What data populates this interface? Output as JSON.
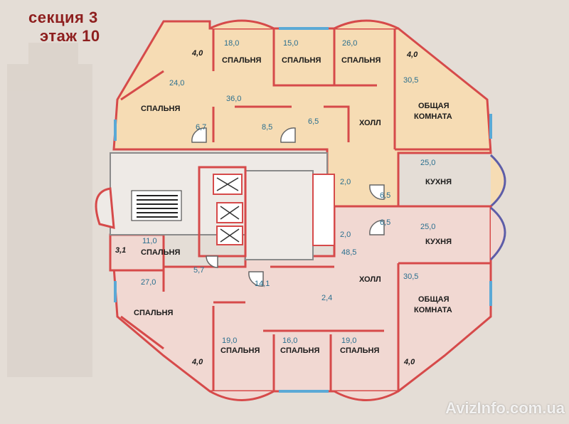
{
  "header": {
    "line1": "секция 3",
    "line2": "этаж 10"
  },
  "watermark": "AvizInfo.com.ua",
  "colors": {
    "background": "#e4ddd6",
    "upper_apartment": "#f6dcb4",
    "lower_apartment": "#f1d8d2",
    "core": "#eeeae6",
    "wall": "#d64a4a",
    "window": "#5aa9d6",
    "title": "#8e1f1f",
    "area_text": "#2a6f8f"
  },
  "rooms": {
    "bed_top_1": "СПАЛЬНЯ",
    "bed_top_2": "СПАЛЬНЯ",
    "bed_top_3": "СПАЛЬНЯ",
    "bed_top_left": "СПАЛЬНЯ",
    "living_top": [
      "ОБЩАЯ",
      "КОМНАТА"
    ],
    "kitchen_top": "КУХНЯ",
    "hall_top": "ХОЛЛ",
    "kitchen_bottom": "КУХНЯ",
    "living_bottom": [
      "ОБЩАЯ",
      "КОМНАТА"
    ],
    "hall_bottom": "ХОЛЛ",
    "bed_bottom_left_small": "СПАЛЬНЯ",
    "bed_bottom_left": "СПАЛЬНЯ",
    "bed_bottom_1": "СПАЛЬНЯ",
    "bed_bottom_2": "СПАЛЬНЯ",
    "bed_bottom_3": "СПАЛЬНЯ"
  },
  "areas": {
    "a18": "18,0",
    "a15": "15,0",
    "a26": "26,0",
    "a24": "24,0",
    "a36": "36,0",
    "a305t": "30,5",
    "a67": "6,7",
    "a85": "8,5",
    "a65t": "6,5",
    "a25t": "25,0",
    "a20t": "2,0",
    "a65m": "6,5",
    "a65b": "6,5",
    "a20b": "2,0",
    "a485": "48,5",
    "a25b": "25,0",
    "a110": "11,0",
    "a57": "5,7",
    "a141": "14,1",
    "a24s": "2,4",
    "a270": "27,0",
    "a305b": "30,5",
    "a190l": "19,0",
    "a160": "16,0",
    "a190r": "19,0"
  },
  "balconies": {
    "tl": "4,0",
    "tr": "4,0",
    "ml": "3,1",
    "bl": "4,0",
    "br": "4,0"
  }
}
